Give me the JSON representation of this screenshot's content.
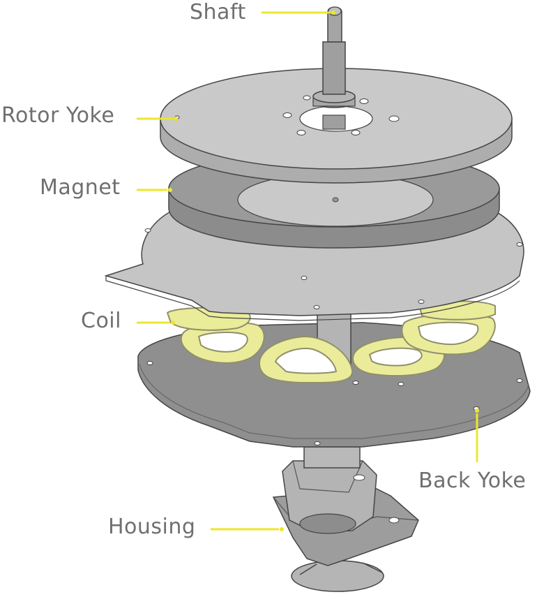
{
  "labels": {
    "shaft": "Shaft",
    "rotor_yoke": "Rotor Yoke",
    "magnet": "Magnet",
    "coil": "Coil",
    "back_yoke": "Back Yoke",
    "housing": "Housing"
  },
  "colors": {
    "leader": "#ece72a",
    "coil_fill": "#ebec9a",
    "coil_stroke": "#8f8f6a",
    "part_light": "#c8c8c8",
    "part_mid": "#a7a7a7",
    "part_dark": "#8c8c8c",
    "outline": "#444444",
    "label_text": "#6f6f6f"
  }
}
